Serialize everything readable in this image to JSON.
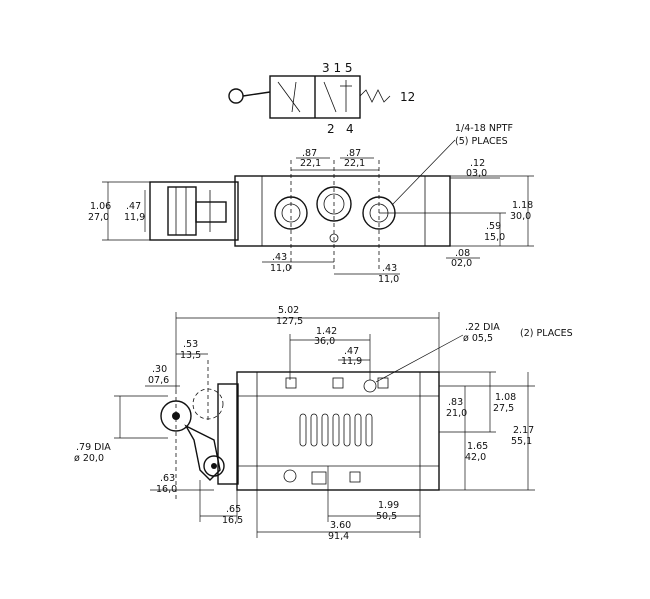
{
  "symbol": {
    "port_top": "3 1 5",
    "port_right": "12",
    "port_bottom_left": "2",
    "port_bottom_right": "4"
  },
  "side_view": {
    "thread_note_1": "1/4-18 NPTF",
    "thread_note_2": "(5) PLACES",
    "dims": {
      "pitch_left_in": ".87",
      "pitch_left_mm": "22,1",
      "pitch_right_in": ".87",
      "pitch_right_mm": "22,1",
      "top_offset_in": ".12",
      "top_offset_mm": "03,0",
      "height_in": "1.06",
      "height_mm": "27,0",
      "actuator_in": ".47",
      "actuator_mm": "11,9",
      "right_height_in": "1.18",
      "right_height_mm": "30,0",
      "port_height_in": ".59",
      "port_height_mm": "15,0",
      "bottom_offset_in": ".08",
      "bottom_offset_mm": "02,0",
      "bottom_left_in": ".43",
      "bottom_left_mm": "11,0",
      "bottom_right_in": ".43",
      "bottom_right_mm": "11,0"
    }
  },
  "top_view": {
    "hole_note_1": ".22 DIA",
    "hole_note_2": "ø 05,5",
    "hole_note_3": "(2) PLACES",
    "dims": {
      "overall_in": "5.02",
      "overall_mm": "127,5",
      "arm_in": ".53",
      "arm_mm": "13,5",
      "hole_span_in": "1.42",
      "hole_span_mm": "36,0",
      "hole_offset_in": ".47",
      "hole_offset_mm": "11,9",
      "roller_in": ".30",
      "roller_mm": "07,6",
      "hole_h_in": ".83",
      "hole_h_mm": "21,0",
      "half_h_in": "1.08",
      "half_h_mm": "27,5",
      "total_h_in": "2.17",
      "total_h_mm": "55,1",
      "mid_h_in": "1.65",
      "mid_h_mm": "42,0",
      "roller_dia_in": ".79 DIA",
      "roller_dia_mm": "ø 20,0",
      "pivot_in": ".63",
      "pivot_mm": "16,0",
      "body_in": "1.99",
      "body_mm": "50,5",
      "lever_in": ".65",
      "lever_mm": "16,5",
      "base_in": "3.60",
      "base_mm": "91,4"
    }
  }
}
